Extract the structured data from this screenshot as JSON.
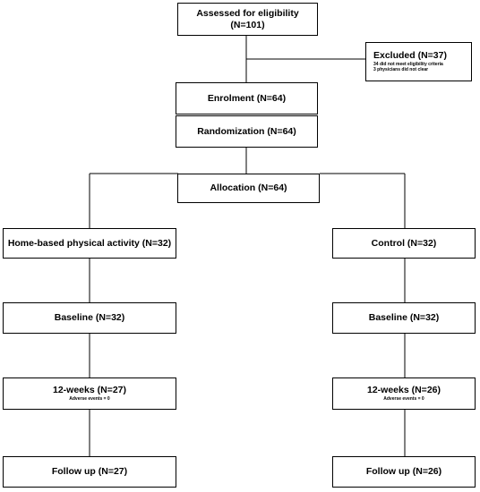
{
  "boxes": {
    "assessed": {
      "label": "Assessed for eligibility (N=101)"
    },
    "excluded": {
      "label": "Excluded (N=37)",
      "details": [
        "34 did not meet eligibility criteria",
        "3 physicians did not clear"
      ]
    },
    "enrolment": {
      "label": "Enrolment (N=64)"
    },
    "randomization": {
      "label": "Randomization (N=64)"
    },
    "allocation": {
      "label": "Allocation (N=64)"
    },
    "intervention": {
      "label": "Home-based physical activity (N=32)"
    },
    "control": {
      "label": "Control (N=32)"
    },
    "baseline_left": {
      "label": "Baseline (N=32)"
    },
    "baseline_right": {
      "label": "Baseline (N=32)"
    },
    "week12_left": {
      "label": "12-weeks (N=27)",
      "note": "Adverse events = 0"
    },
    "week12_right": {
      "label": "12-weeks (N=26)",
      "note": "Adverse events = 0"
    },
    "followup_left": {
      "label": "Follow up (N=27)"
    },
    "followup_right": {
      "label": "Follow up (N=26)"
    }
  }
}
